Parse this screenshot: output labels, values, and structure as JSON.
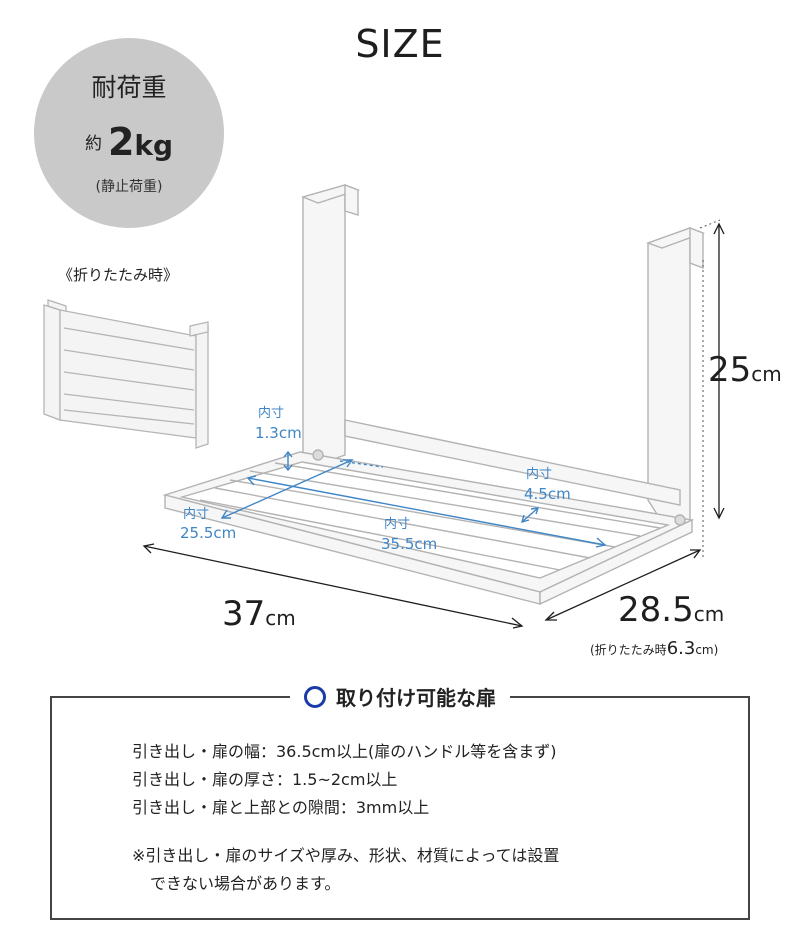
{
  "title": "SIZE",
  "load": {
    "label": "耐荷重",
    "approx": "約",
    "value": "2",
    "unit": "kg",
    "note": "(静止荷重)"
  },
  "folded_caption": "《折りたたみ時》",
  "inner_dims": {
    "top_gap": {
      "label": "内寸",
      "value": "1.3cm"
    },
    "bar_gap": {
      "label": "内寸",
      "value": "4.5cm"
    },
    "depth": {
      "label": "内寸",
      "value": "25.5cm"
    },
    "width": {
      "label": "内寸",
      "value": "35.5cm"
    }
  },
  "outer_dims": {
    "width": {
      "value": "37",
      "unit": "cm"
    },
    "height": {
      "value": "25",
      "unit": "cm"
    },
    "depth": {
      "value": "28.5",
      "unit": "cm"
    },
    "folded": {
      "prefix": "(折りたたみ時",
      "value": "6.3",
      "unit": "cm)"
    }
  },
  "door": {
    "heading": "取り付け可能な扉",
    "specs": [
      "引き出し・扉の幅：36.5cm以上(扉のハンドル等を含まず)",
      "引き出し・扉の厚さ：1.5~2cm以上",
      "引き出し・扉と上部との隙間：3mm以上"
    ],
    "note_line1": "※引き出し・扉のサイズや厚み、形状、材質によっては設置",
    "note_line2": "できない場合があります。"
  },
  "colors": {
    "accent_blue": "#3f86c6",
    "badge_gray": "#c9c9c9",
    "heading_circle": "#1a3aa8"
  }
}
